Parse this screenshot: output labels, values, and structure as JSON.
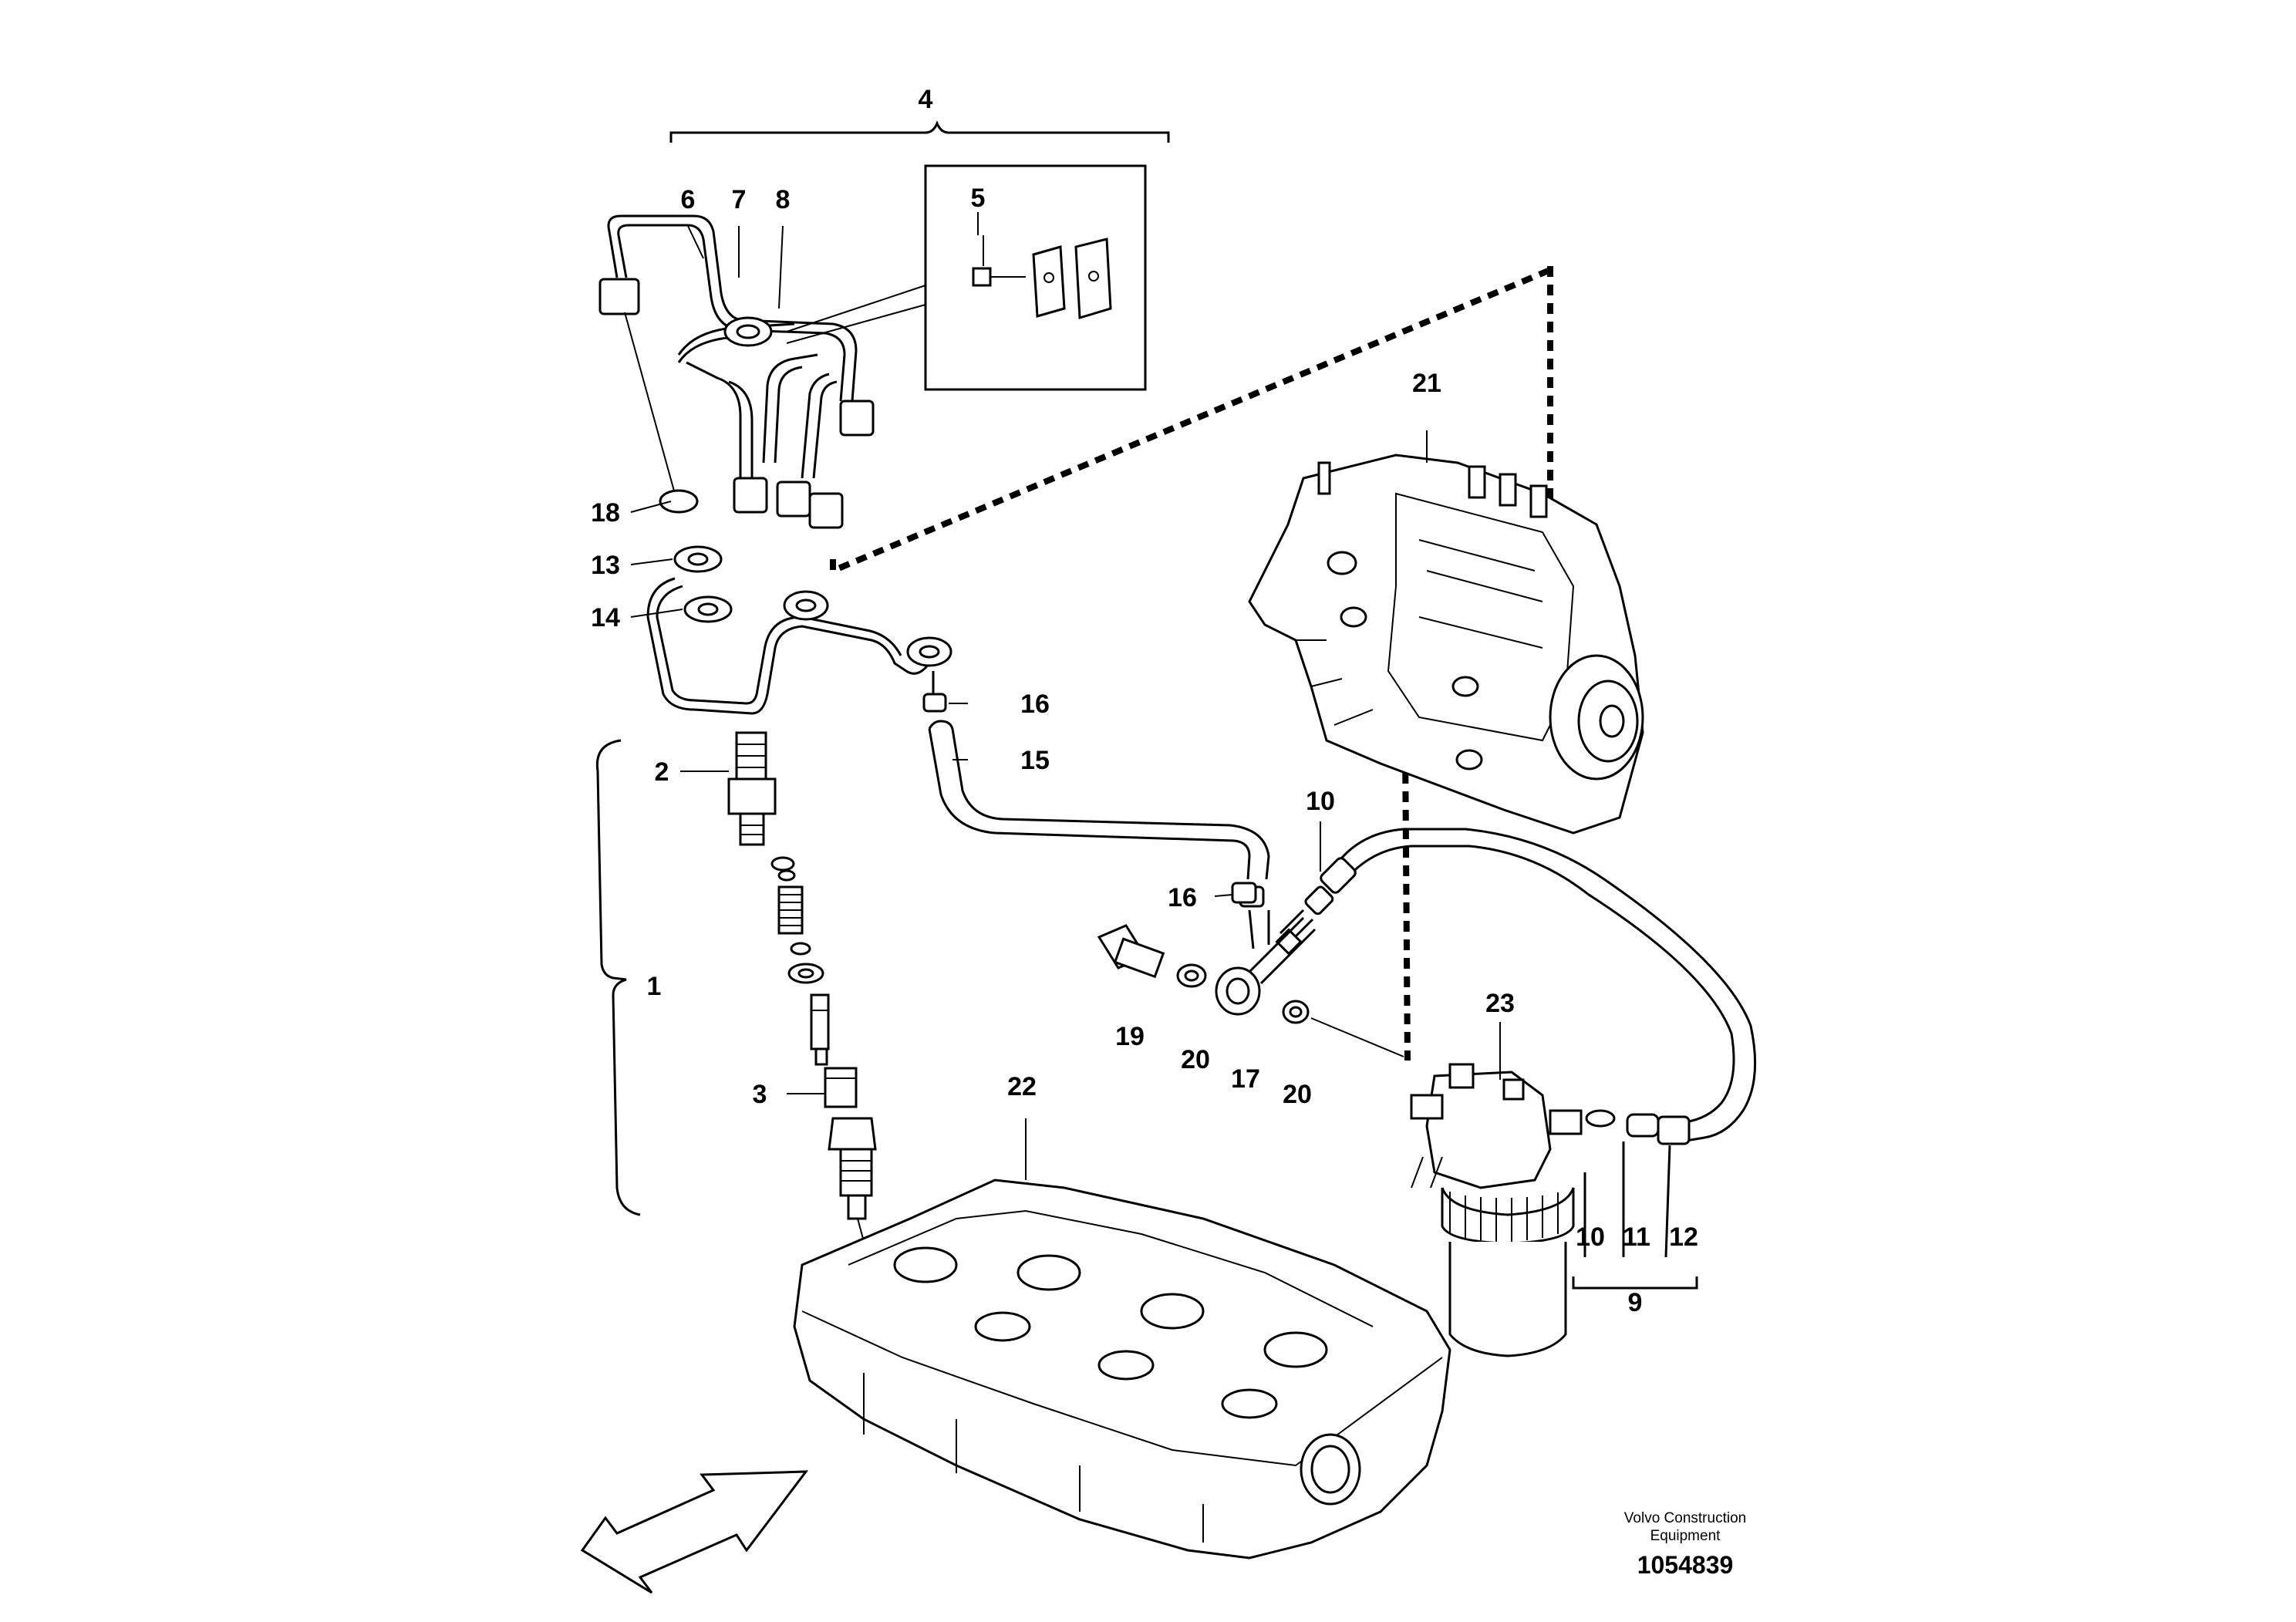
{
  "callouts": {
    "c1": "1",
    "c2": "2",
    "c3": "3",
    "c4": "4",
    "c5": "5",
    "c6": "6",
    "c7": "7",
    "c8": "8",
    "c9": "9",
    "c10a": "10",
    "c10b": "10",
    "c11": "11",
    "c12": "12",
    "c13": "13",
    "c14": "14",
    "c15": "15",
    "c16a": "16",
    "c16b": "16",
    "c17": "17",
    "c18": "18",
    "c19": "19",
    "c20a": "20",
    "c20b": "20",
    "c21": "21",
    "c22": "22",
    "c23": "23"
  },
  "caption": {
    "line1": "Volvo Construction",
    "line2": "Equipment",
    "doc_number": "1054839"
  },
  "icons": {
    "view_arrow": "direction-arrow-icon"
  }
}
